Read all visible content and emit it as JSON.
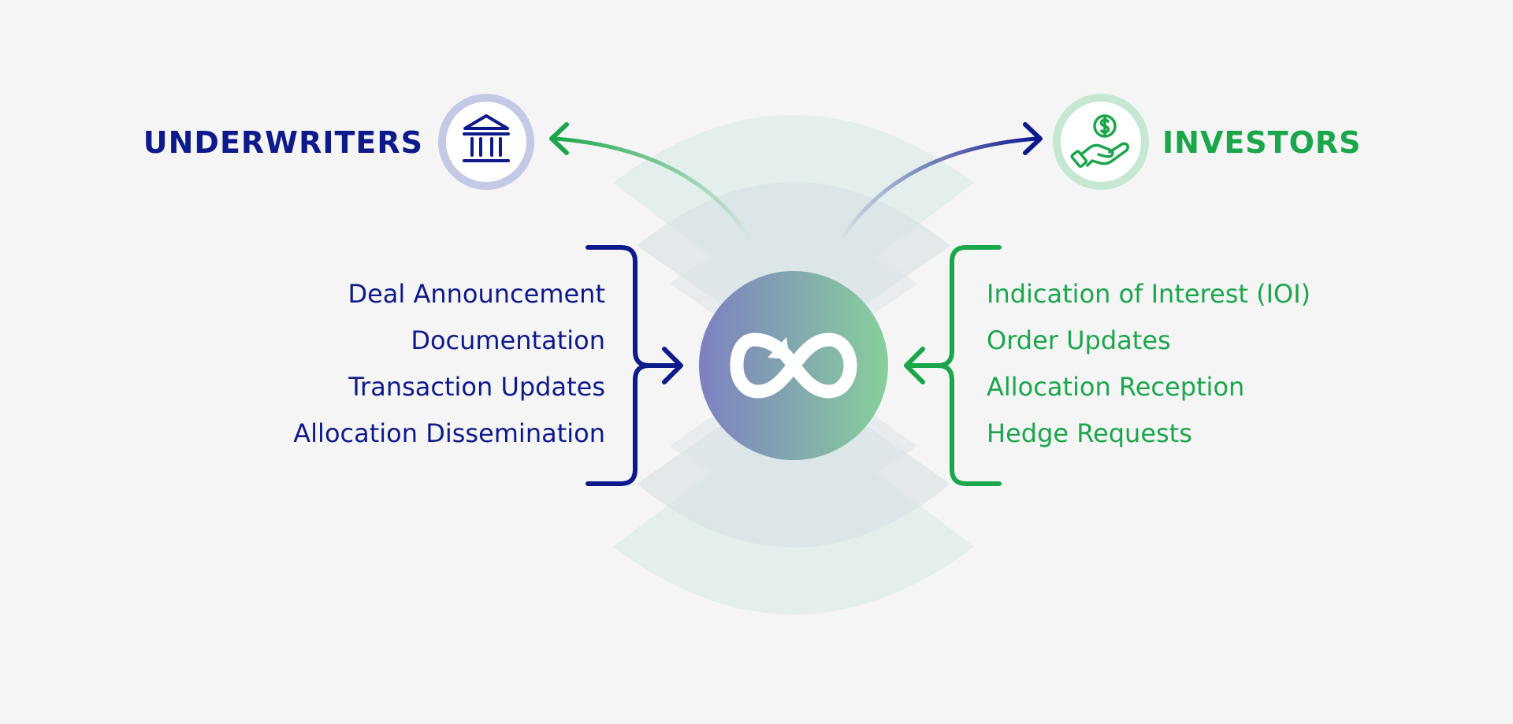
{
  "underwriters": {
    "title": "UNDERWRITERS",
    "icon": "bank-icon",
    "items": [
      "Deal Announcement",
      "Documentation",
      "Transaction Updates",
      "Allocation Dissemination"
    ]
  },
  "investors": {
    "title": "INVESTORS",
    "icon": "hand-holding-dollar-icon",
    "items": [
      "Indication of Interest (IOI)",
      "Order Updates",
      "Allocation Reception",
      "Hedge Requests"
    ]
  },
  "hub": {
    "icon": "infinity-loop-icon"
  },
  "colors": {
    "underwriters": "#0d1a8c",
    "investors": "#1aa64a",
    "underwriters_ring": "#c4c9e6",
    "investors_ring": "#c6e8d2",
    "background": "#f5f5f5"
  }
}
